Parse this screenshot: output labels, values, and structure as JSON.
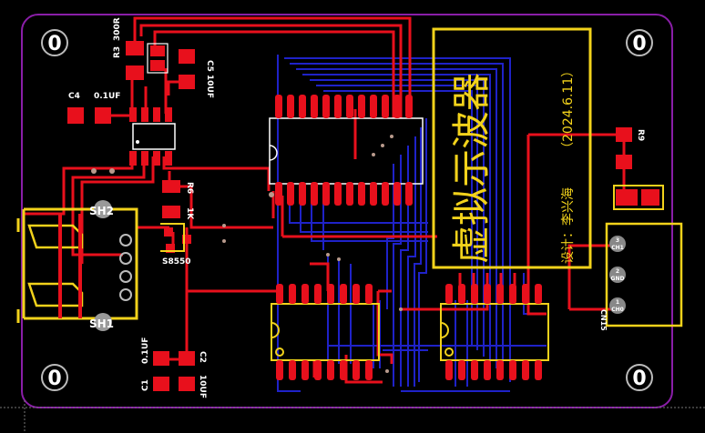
{
  "board": {
    "title_block": {
      "title": "虚拟示波器",
      "date": "（2024.6.11）",
      "designer": "设计：李兴海"
    },
    "mount_holes": [
      "0",
      "0",
      "0",
      "0"
    ],
    "components": {
      "r3": "R3",
      "r3_value": "300R",
      "c5": "C5",
      "c5_value": "10UF",
      "c4": "C4",
      "c4_value": "0.1UF",
      "r6": "R6",
      "r6_value": "1K",
      "q1": "S8550",
      "c2": "C2",
      "c2_value": "10UF",
      "c1": "C1",
      "c1_value": "0.1UF",
      "r9": "R9",
      "cn15": "CN15",
      "ch1": "CH1",
      "ch1_pin": "3",
      "gnd": "GND",
      "gnd_pin": "2",
      "ch0": "CH0",
      "ch0_pin": "1",
      "sh2": "SH2",
      "sh1": "SH1"
    },
    "colors": {
      "background": "#000000",
      "outline": "#8a1ea8",
      "top_copper": "#e8101c",
      "bottom_copper": "#1f22c8",
      "silkscreen": "#f2d21b",
      "label": "#ffffff"
    }
  }
}
